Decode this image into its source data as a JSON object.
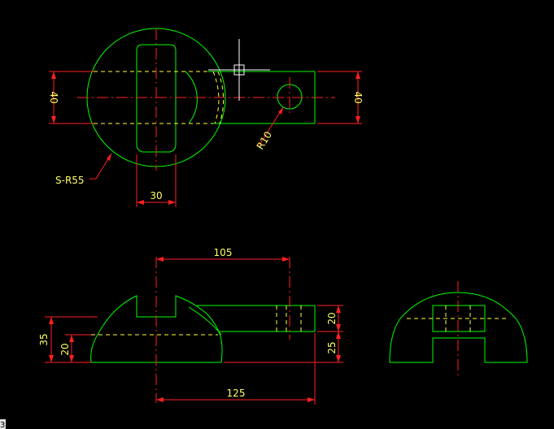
{
  "colors": {
    "background": "#000000",
    "outline": "#00ff00",
    "hidden": "#ffff33",
    "dimension": "#ff2020",
    "text": "#ffff66",
    "cursor": "#ffffff"
  },
  "top_view": {
    "dim_left": "40",
    "dim_right": "40",
    "dim_bottom": "30",
    "radius_hole": "R10",
    "sphere_radius": "S-R55"
  },
  "front_view": {
    "dim_top": "105",
    "dim_bottom": "125",
    "dim_left_outer": "35",
    "dim_left_inner": "20",
    "dim_right_upper": "20",
    "dim_right_lower": "25"
  },
  "corner_glyph": "3"
}
